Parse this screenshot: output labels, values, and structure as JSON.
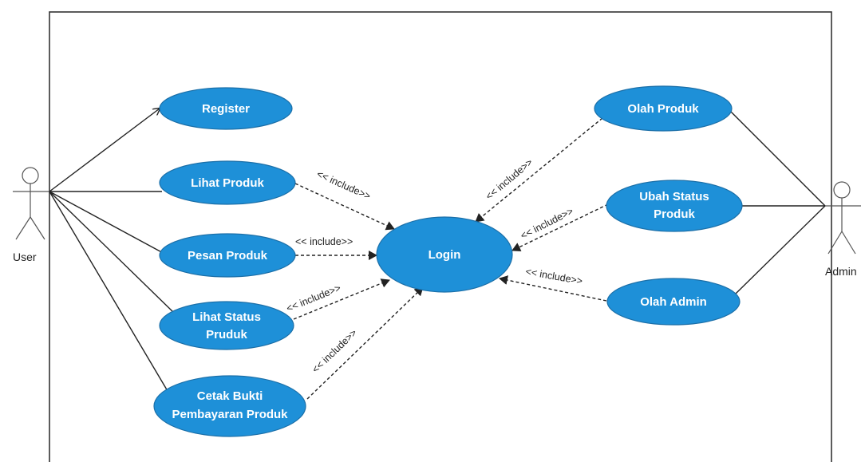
{
  "actors": {
    "user": "User",
    "admin": "Admin"
  },
  "usecases": {
    "register": "Register",
    "lihat_produk": "Lihat Produk",
    "pesan_produk": "Pesan Produk",
    "lihat_status_1": "Lihat Status",
    "lihat_status_2": "Pruduk",
    "cetak_bukti_1": "Cetak Bukti",
    "cetak_bukti_2": "Pembayaran Produk",
    "login": "Login",
    "olah_produk": "Olah Produk",
    "ubah_status_1": "Ubah Status",
    "ubah_status_2": "Produk",
    "olah_admin": "Olah Admin"
  },
  "include_label": "<< include>>",
  "include_label_alt": "<< include>>",
  "colors": {
    "usecase_fill": "#1E90D8",
    "usecase_stroke": "#1B6FA8",
    "line": "#222222"
  }
}
